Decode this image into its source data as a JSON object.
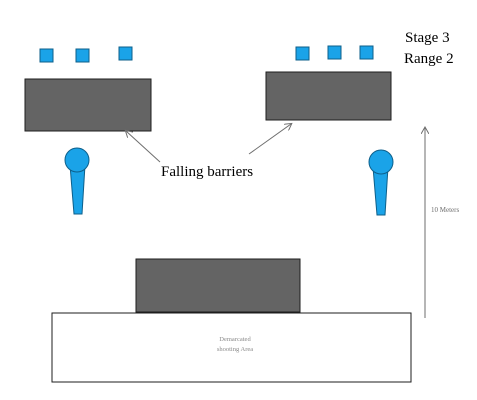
{
  "diagram": {
    "title_line1": "Stage 3",
    "title_line2": "Range 2",
    "barrier_label": "Falling barriers",
    "distance_label": "10 Meters",
    "area_label_line1": "Demarcated",
    "area_label_line2": "shooting Area",
    "colors": {
      "target": "#1aa3e8",
      "target_stroke": "#0d5f8a",
      "barrier": "#646464",
      "barrier_stroke": "#1e1e1e",
      "arrow": "#6e6e6e",
      "background": "#ffffff"
    },
    "icons": {
      "small_target": "blue-square",
      "shooter_target": "blue-popper"
    }
  }
}
